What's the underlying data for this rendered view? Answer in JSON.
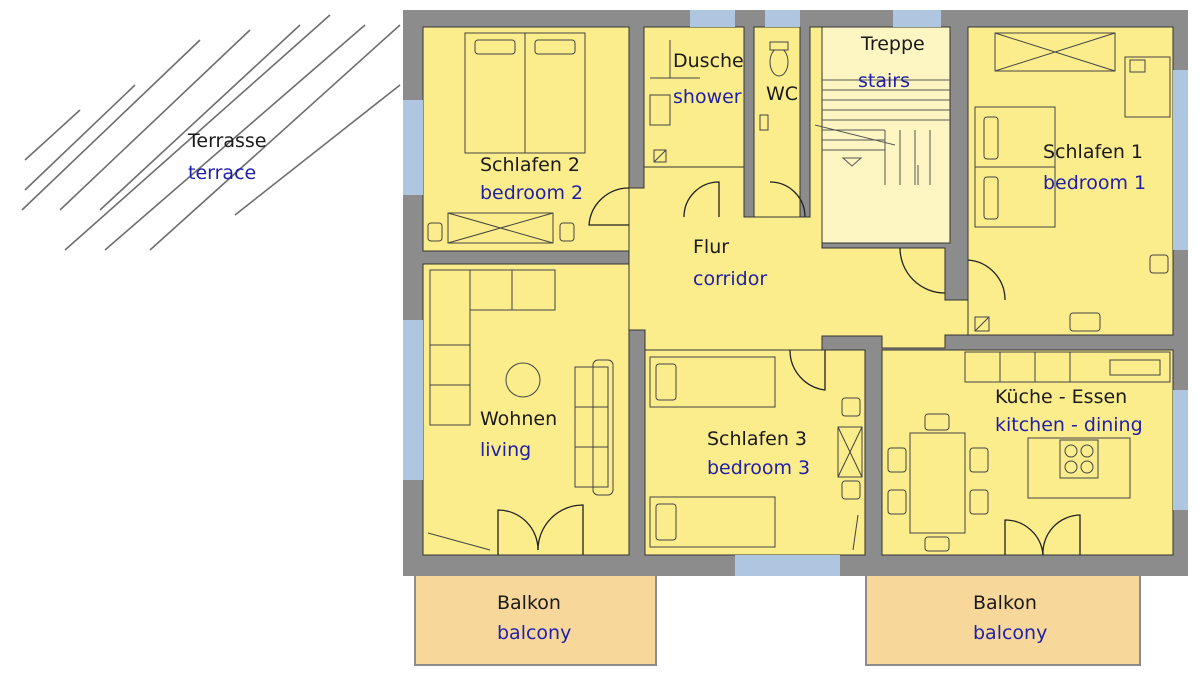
{
  "colors": {
    "wall": "#8c8c8c",
    "room": "#fbec8c",
    "stairs": "#fdf6c2",
    "balcony": "#f8d79a",
    "window": "#aec6e0",
    "label_de": "#1a1a1a",
    "label_en": "#1f1fa8",
    "hatch": "#6e6e6e"
  },
  "rooms": {
    "terrace": {
      "de": "Terrasse",
      "en": "terrace"
    },
    "bedroom2": {
      "de": "Schlafen 2",
      "en": "bedroom 2"
    },
    "shower": {
      "de": "Dusche",
      "en": "shower"
    },
    "wc": {
      "de": "WC",
      "en": ""
    },
    "stairs": {
      "de": "Treppe",
      "en": "stairs"
    },
    "bedroom1": {
      "de": "Schlafen 1",
      "en": "bedroom 1"
    },
    "corridor": {
      "de": "Flur",
      "en": "corridor"
    },
    "living": {
      "de": "Wohnen",
      "en": "living"
    },
    "bedroom3": {
      "de": "Schlafen 3",
      "en": "bedroom 3"
    },
    "kitchen": {
      "de": "Küche - Essen",
      "en": "kitchen - dining"
    },
    "balcony_left": {
      "de": "Balkon",
      "en": "balcony"
    },
    "balcony_right": {
      "de": "Balkon",
      "en": "balcony"
    }
  }
}
